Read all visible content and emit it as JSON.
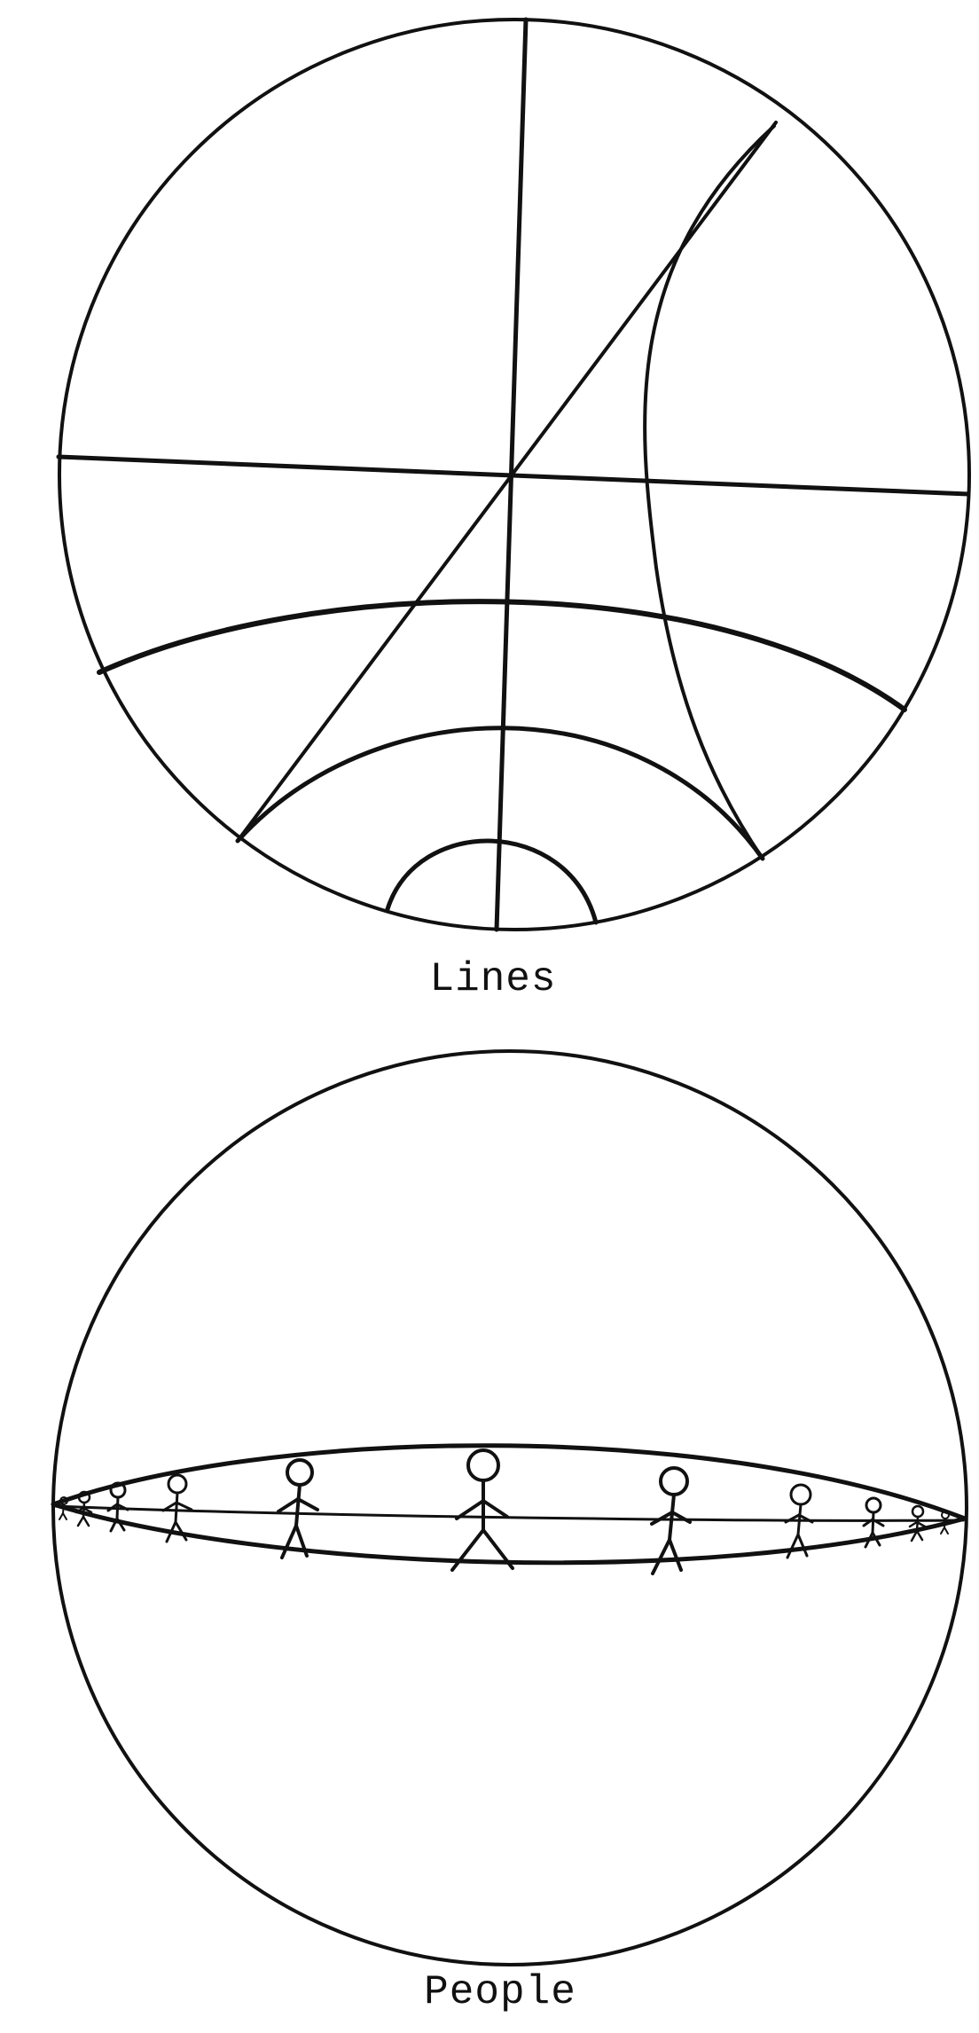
{
  "figures": [
    {
      "id": "lines",
      "caption": "Lines"
    },
    {
      "id": "people",
      "caption": "People"
    }
  ],
  "colors": {
    "ink": "#111111",
    "paper": "#ffffff"
  }
}
